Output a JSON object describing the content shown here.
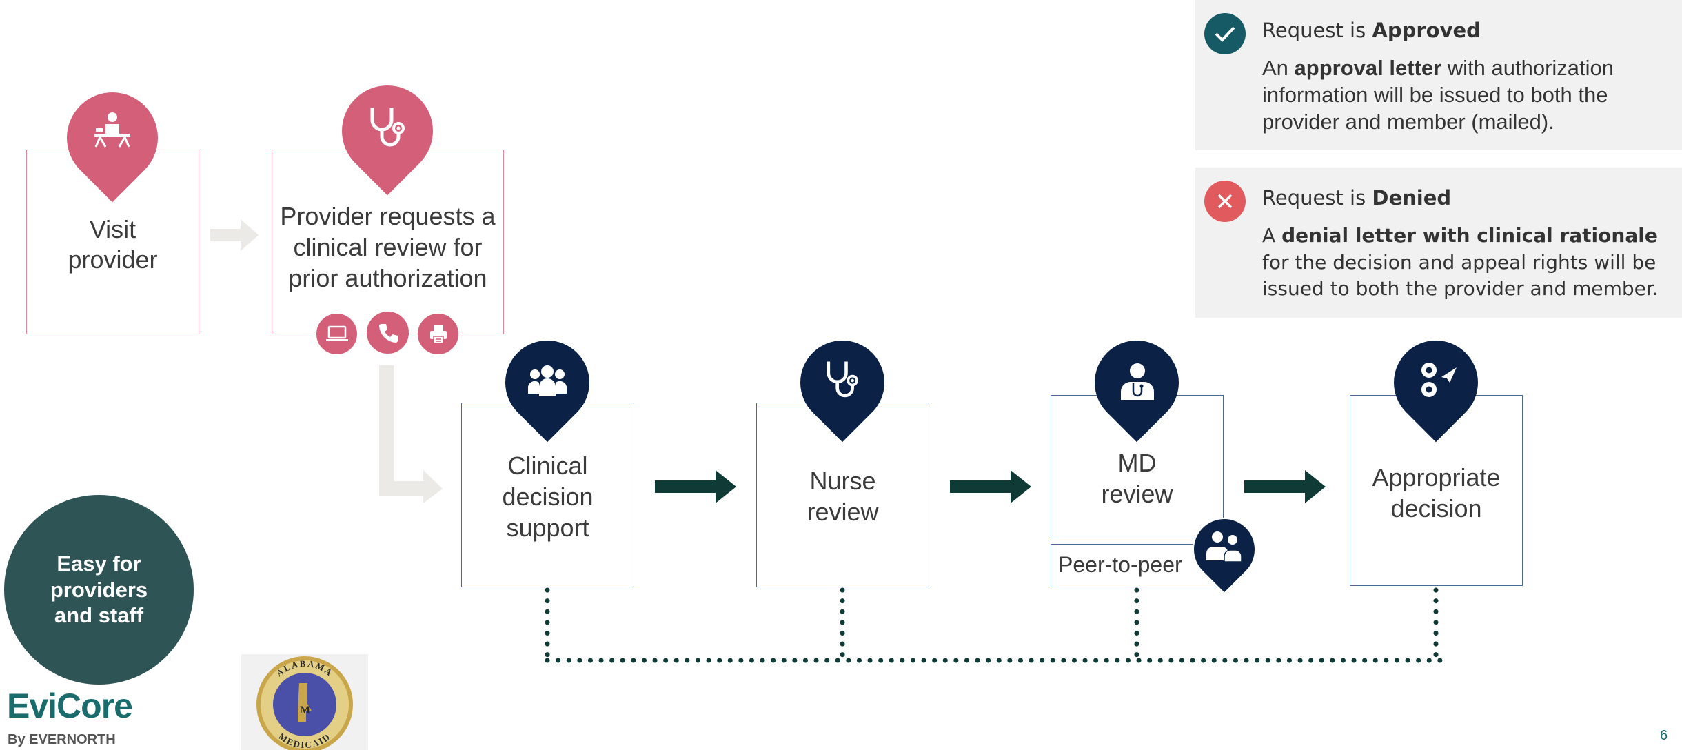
{
  "flow": {
    "step1": {
      "line1": "Visit",
      "line2": "provider",
      "icon": "patient-on-exam-table-icon"
    },
    "step2": {
      "line1": "Provider requests a",
      "line2": "clinical review for",
      "line3": "prior authorization",
      "icon": "stethoscope-icon",
      "channels": [
        "laptop-icon",
        "phone-icon",
        "fax-icon"
      ]
    },
    "step3": {
      "line1": "Clinical",
      "line2": "decision",
      "line3": "support",
      "icon": "group-icon"
    },
    "step4": {
      "line1": "Nurse",
      "line2": "review",
      "icon": "stethoscope-icon"
    },
    "step5": {
      "line1": "MD",
      "line2": "review",
      "icon": "doctor-icon",
      "peer_label": "Peer-to-peer",
      "peer_icon": "two-doctors-icon"
    },
    "step6": {
      "line1": "Appropriate",
      "line2": "decision",
      "icon": "decision-icon"
    }
  },
  "outcomes": {
    "approved": {
      "head_prefix": "Request is ",
      "head_bold": "Approved",
      "body_prefix": "An ",
      "body_bold": "approval letter",
      "body_rest": " with authorization information will be issued to both the provider and member (mailed).",
      "icon": "check-icon",
      "color": "#155a64"
    },
    "denied": {
      "head_prefix": "Request is ",
      "head_bold": "Denied",
      "body_prefix": "A ",
      "body_bold": "denial letter with clinical rationale",
      "body_rest": " for the decision and appeal rights will be issued to both the provider and member.",
      "icon": "close-icon",
      "color": "#e05a5e"
    }
  },
  "badge": {
    "line1": "Easy for",
    "line2": "providers",
    "line3": "and staff"
  },
  "logo": {
    "brand": "EviCore",
    "by": "By",
    "parent": "EVERNORTH"
  },
  "seal": {
    "top": "ALABAMA",
    "bottom": "MEDICAID",
    "center": "M"
  },
  "page_number": "6",
  "colors": {
    "pink": "#d45f78",
    "navy": "#0b2246",
    "arrow": "#0f3a35",
    "teal": "#1a6b6c"
  }
}
